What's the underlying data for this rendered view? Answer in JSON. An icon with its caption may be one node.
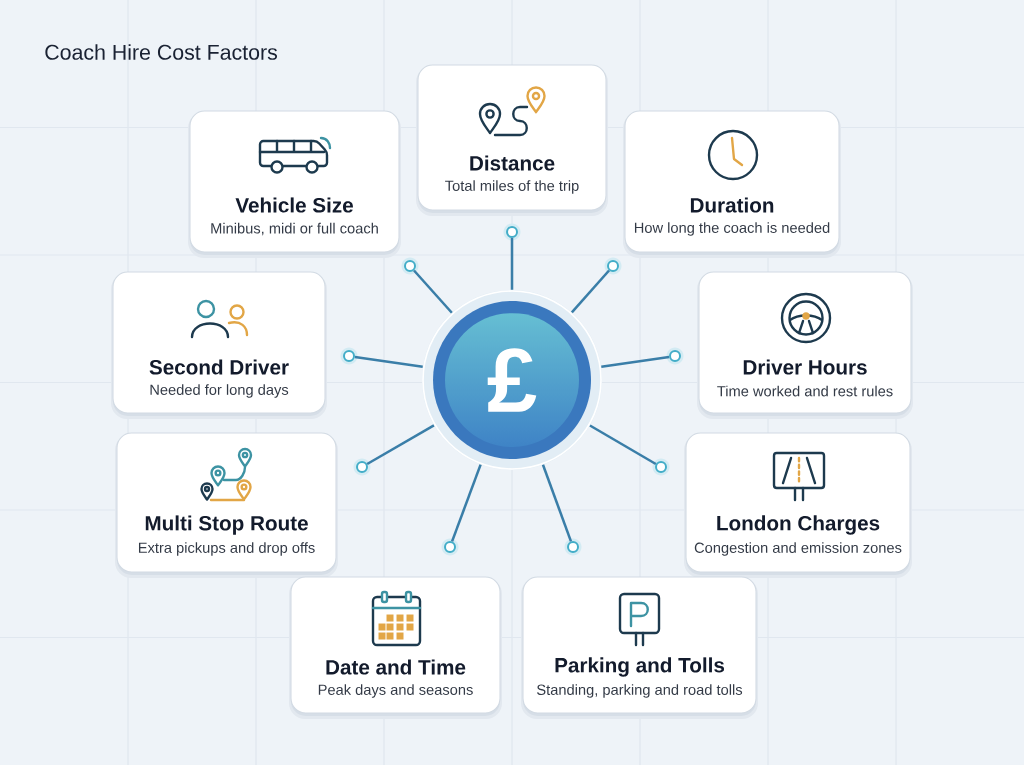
{
  "diagram": {
    "title": "Coach Hire Cost Factors",
    "nodes": [
      {
        "text": [
          "£"
        ]
      },
      {
        "text": [
          "Distance",
          "Total miles of the trip"
        ]
      },
      {
        "text": [
          "Vehicle Size",
          "Minibus, midi or full coach"
        ]
      },
      {
        "text": [
          "Duration",
          "How long the coach is needed"
        ]
      },
      {
        "text": [
          "Second Driver",
          "Needed for long days"
        ]
      },
      {
        "text": [
          "Driver Hours",
          "Time worked and rest rules"
        ]
      },
      {
        "text": [
          "Multi Stop Route",
          "Extra pickups and drop offs"
        ]
      },
      {
        "text": [
          "London Charges",
          "Congestion and emission zones"
        ]
      },
      {
        "text": [
          "Date and Time",
          "Peak days and seasons"
        ]
      },
      {
        "text": [
          "Parking and Tolls",
          "Standing, parking and road tolls"
        ]
      },
      {
        "text": [],
        "shape": "circle"
      },
      {
        "text": [],
        "shape": "circle"
      },
      {
        "text": [],
        "shape": "circle"
      },
      {
        "text": [],
        "shape": "circle"
      },
      {
        "text": [],
        "shape": "circle"
      },
      {
        "text": [],
        "shape": "circle"
      },
      {
        "text": [],
        "shape": "circle"
      },
      {
        "text": [],
        "shape": "circle"
      },
      {
        "text": [],
        "shape": "circle"
      }
    ],
    "edges": [
      {
        "from": 0,
        "to": 10,
        "arrow": "none"
      },
      {
        "from": 0,
        "to": 11,
        "arrow": "none"
      },
      {
        "from": 0,
        "to": 12,
        "arrow": "none"
      },
      {
        "from": 0,
        "to": 13,
        "arrow": "none"
      },
      {
        "from": 0,
        "to": 14,
        "arrow": "none"
      },
      {
        "from": 0,
        "to": 15,
        "arrow": "none"
      },
      {
        "from": 0,
        "to": 16,
        "arrow": "none"
      },
      {
        "from": 0,
        "to": 17,
        "arrow": "none"
      },
      {
        "from": 0,
        "to": 18,
        "arrow": "none"
      }
    ]
  }
}
